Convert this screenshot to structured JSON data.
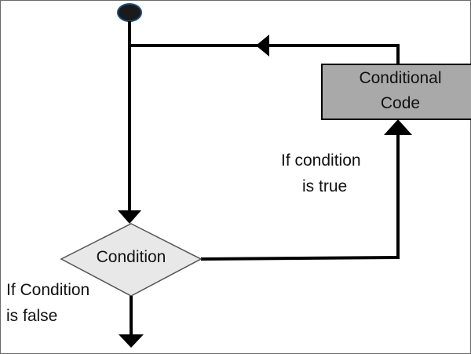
{
  "diagram": {
    "box": {
      "line1": "Conditional",
      "line2": "Code",
      "fill": "#a9a9a9"
    },
    "decision": {
      "label": "Condition",
      "fill": "#e8e8e8"
    },
    "true_branch": {
      "line1": "If condition",
      "line2": "is true"
    },
    "false_branch": {
      "line1": "If Condition",
      "line2": "is false"
    },
    "start_node_color": "#1a1a1a",
    "start_node_stroke": "#1f4e79"
  }
}
